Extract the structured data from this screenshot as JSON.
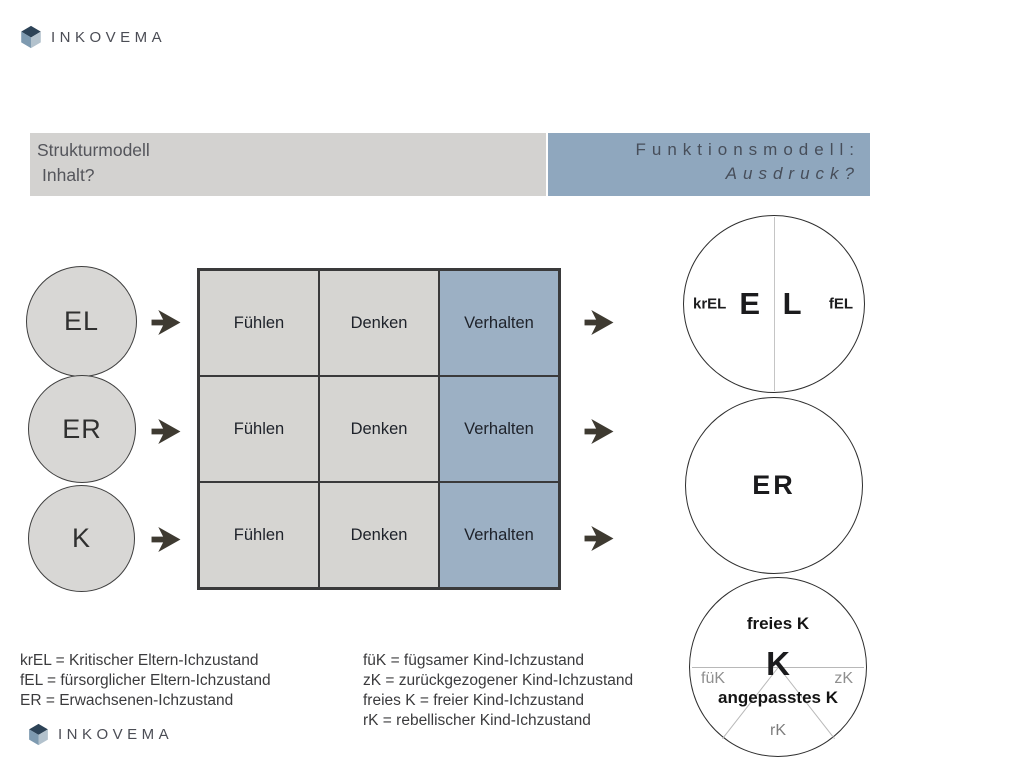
{
  "brand": {
    "name": "INKOVEMA"
  },
  "header": {
    "left": {
      "title": "Strukturmodell",
      "subtitle": "Inhalt?"
    },
    "right": {
      "title": "Funktionsmodell:",
      "subtitle": "Ausdruck?"
    }
  },
  "left_model": {
    "states": [
      "EL",
      "ER",
      "K"
    ]
  },
  "matrix": {
    "columns": [
      "Fühlen",
      "Denken",
      "Verhalten"
    ],
    "rows": 3,
    "highlighted_column": "Verhalten"
  },
  "right_model": {
    "el": {
      "left": "krEL",
      "center": "E L",
      "right": "fEL"
    },
    "er": {
      "center": "ER"
    },
    "k": {
      "top": "freies K",
      "center": "K",
      "left": "füK",
      "right": "zK",
      "middle": "angepasstes K",
      "bottom": "rK"
    }
  },
  "legend": {
    "parent_adult": [
      "krEL = Kritischer Eltern-Ichzustand",
      "fEL = fürsorglicher Eltern-Ichzustand",
      "ER = Erwachsenen-Ichzustand"
    ],
    "child": [
      "füK = fügsamer Kind-Ichzustand",
      "zK = zurückgezogener Kind-Ichzustand",
      "freies K = freier Kind-Ichzustand",
      "rK = rebellischer Kind-Ichzustand"
    ]
  },
  "colors": {
    "panel_gray": "#d3d2d0",
    "header_blue": "#8fa7be",
    "cell_blue": "#9cb0c4",
    "arrow": "#3e3a31",
    "logo_navy": "#2d4357",
    "logo_blue": "#7e9ab0",
    "logo_light": "#b3c2cd"
  }
}
